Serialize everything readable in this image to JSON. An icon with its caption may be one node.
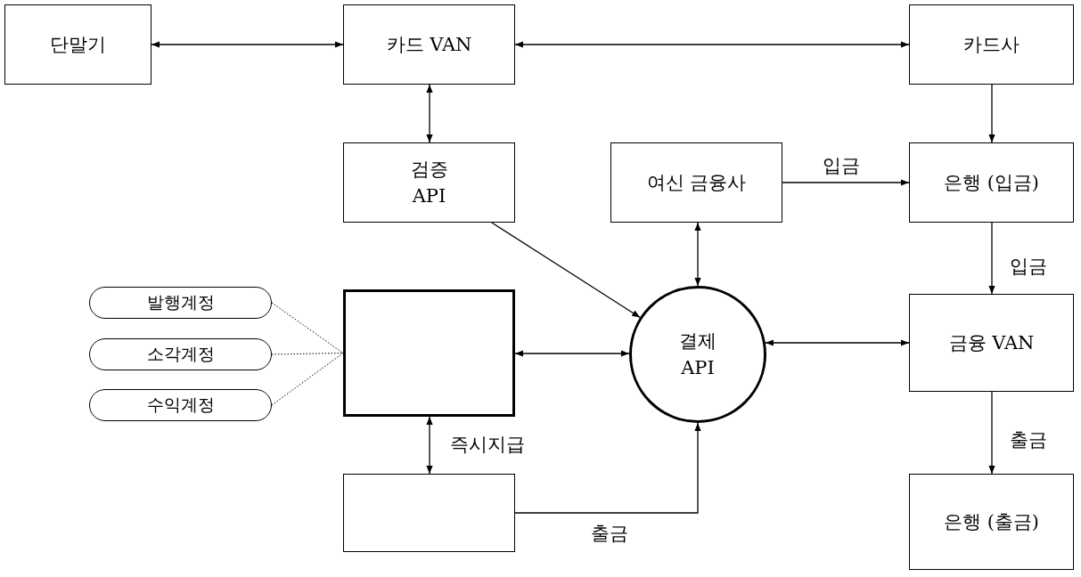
{
  "diagram": {
    "nodes": [
      {
        "text": [
          "단말기"
        ]
      },
      {
        "text": [
          "카드 VAN"
        ]
      },
      {
        "text": [
          "카드사"
        ]
      },
      {
        "text": [
          "검증 API"
        ]
      },
      {
        "text": [
          "여신 금융사"
        ]
      },
      {
        "text": [
          "은행 (입금)"
        ]
      },
      {
        "text": [
          "발행계정"
        ]
      },
      {
        "text": [
          "소각계정"
        ]
      },
      {
        "text": [
          "수익계정"
        ]
      },
      {
        "text": [],
        "shape": "box"
      },
      {
        "text": [
          "결제 API"
        ]
      },
      {
        "text": [
          "금융 VAN"
        ]
      },
      {
        "text": [],
        "shape": "box"
      },
      {
        "text": [
          "은행 (출금)"
        ]
      }
    ],
    "edges": [
      {
        "from": 0,
        "to": 1,
        "arrow": "both"
      },
      {
        "from": 1,
        "to": 2,
        "arrow": "both"
      },
      {
        "from": 2,
        "to": 5,
        "arrow": "to"
      },
      {
        "from": 1,
        "to": 3,
        "arrow": "both"
      },
      {
        "from": 3,
        "to": 10,
        "arrow": "to"
      },
      {
        "from": 4,
        "to": 5,
        "arrow": "to",
        "label": "입금"
      },
      {
        "from": 4,
        "to": 10,
        "arrow": "both"
      },
      {
        "from": 5,
        "to": 11,
        "arrow": "to",
        "label": "입금"
      },
      {
        "from": 6,
        "to": 9,
        "arrow": "none",
        "style": "dashed"
      },
      {
        "from": 7,
        "to": 9,
        "arrow": "none",
        "style": "dashed"
      },
      {
        "from": 8,
        "to": 9,
        "arrow": "none",
        "style": "dashed"
      },
      {
        "from": 9,
        "to": 10,
        "arrow": "both"
      },
      {
        "from": 10,
        "to": 11,
        "arrow": "both"
      },
      {
        "from": 11,
        "to": 13,
        "arrow": "to",
        "label": "출금"
      },
      {
        "from": 9,
        "to": 12,
        "arrow": "both",
        "label": "즉시지급"
      },
      {
        "from": 12,
        "to": 10,
        "arrow": "to",
        "label": "출금"
      }
    ]
  }
}
